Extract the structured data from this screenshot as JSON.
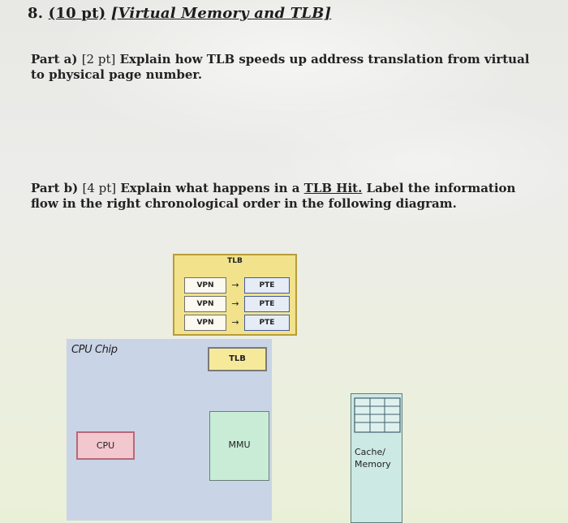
{
  "question": {
    "number": "8.",
    "points": "(10 pt)",
    "topic": "[Virtual Memory and TLB]"
  },
  "part_a": {
    "label": "Part a)",
    "points": "[2 pt]",
    "text": "Explain how TLB speeds up address translation from virtual to physical page number."
  },
  "part_b": {
    "label": "Part b)",
    "points": "[4 pt]",
    "text_before": "Explain what happens in a ",
    "emphasis": "TLB Hit.",
    "text_after": " Label the information flow in the right chronological order in the following diagram."
  },
  "diagram": {
    "tlb_title": "TLB",
    "rows": [
      {
        "vpn": "VPN",
        "pte": "PTE"
      },
      {
        "vpn": "VPN",
        "pte": "PTE"
      },
      {
        "vpn": "VPN",
        "pte": "PTE"
      }
    ],
    "arrow_symbol": "→",
    "cpu_chip_label": "CPU Chip",
    "tlb_small_label": "TLB",
    "mmu_label": "MMU",
    "cpu_label": "CPU",
    "cache_label_line1": "Cache/",
    "cache_label_line2": "Memory",
    "colors": {
      "cpu_chip": "#c9d4e6",
      "tlb": "#f1e28b",
      "mmu": "#c9ecd6",
      "cpu": "#f3c7ce",
      "cache": "#cde9e4"
    }
  }
}
